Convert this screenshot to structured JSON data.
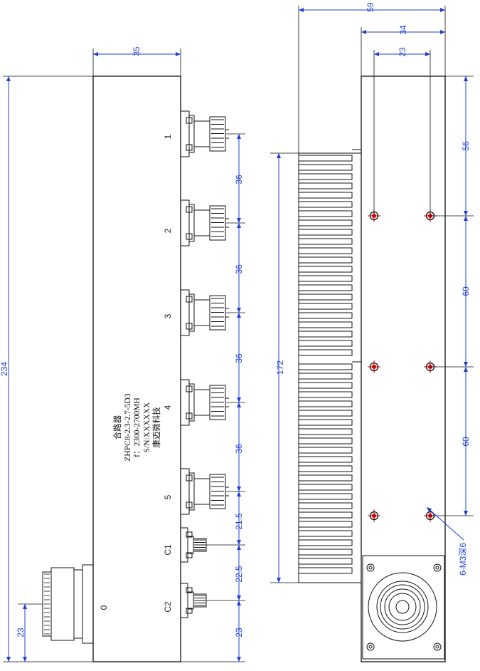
{
  "left_view": {
    "dimensions": {
      "height_total": "35",
      "length_total": "234",
      "connector_offset": "23",
      "pitch_1_2": "36",
      "pitch_2_3": "36",
      "pitch_3_4": "36",
      "pitch_4_5": "36",
      "pitch_5_c1": "21.5",
      "pitch_c1_c2": "22.5",
      "end_offset": "23"
    },
    "port_labels": [
      "1",
      "2",
      "3",
      "4",
      "5",
      "C1",
      "C2"
    ],
    "common_port_label": "0",
    "nameplate": {
      "line1": "合路器",
      "line2": "ZHPC8-2.3-2.7-5D3",
      "line3": "f：2300-2700MH",
      "line4": "S/N:XXXXXX",
      "line5": "康迈微科技"
    }
  },
  "right_view": {
    "dimensions": {
      "width_total": "59",
      "width_body": "34",
      "hole_spacing_x": "23",
      "fin_length": "172",
      "hole_offset": "56",
      "hole_pitch_1": "60",
      "hole_pitch_2": "60"
    },
    "hole_callout": "6-M3深6"
  },
  "colors": {
    "line": "#111111",
    "dimension": "#1f3fd6",
    "hole_mark": "#d40000"
  }
}
